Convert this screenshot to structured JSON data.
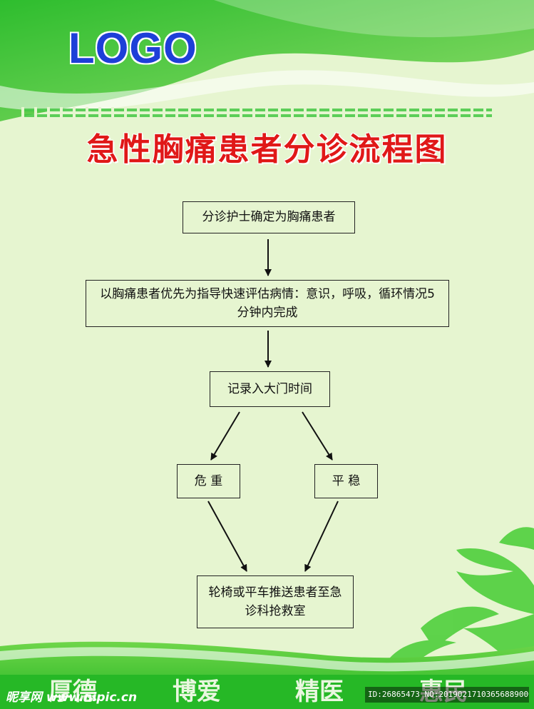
{
  "logo": "LOGO",
  "title": "急性胸痛患者分诊流程图",
  "nodes": [
    {
      "id": "n1",
      "label": "分诊护士确定为胸痛患者"
    },
    {
      "id": "n2",
      "label": "以胸痛患者优先为指导快速评估病情：意识，呼吸，循环情况5分钟内完成"
    },
    {
      "id": "n3",
      "label": "记录入大门时间"
    },
    {
      "id": "n4",
      "label": "危 重"
    },
    {
      "id": "n5",
      "label": "平 稳"
    },
    {
      "id": "n6",
      "label": "轮椅或平车推送患者至急诊科抢救室"
    }
  ],
  "edges": [
    {
      "from": "n1",
      "to": "n2"
    },
    {
      "from": "n2",
      "to": "n3"
    },
    {
      "from": "n3",
      "to": "n4"
    },
    {
      "from": "n3",
      "to": "n5"
    },
    {
      "from": "n4",
      "to": "n6"
    },
    {
      "from": "n5",
      "to": "n6"
    }
  ],
  "slogans": [
    "厚德",
    "博爱",
    "精医",
    "惠民"
  ],
  "watermark": {
    "site": "昵享网 www.nipic.cn",
    "id": "ID:26865473 NO:20190217103656889000"
  },
  "colors": {
    "title": "#e01818",
    "logo": "#1e3fd8",
    "green": "#3dc63d",
    "background": "#e6f5d0"
  }
}
